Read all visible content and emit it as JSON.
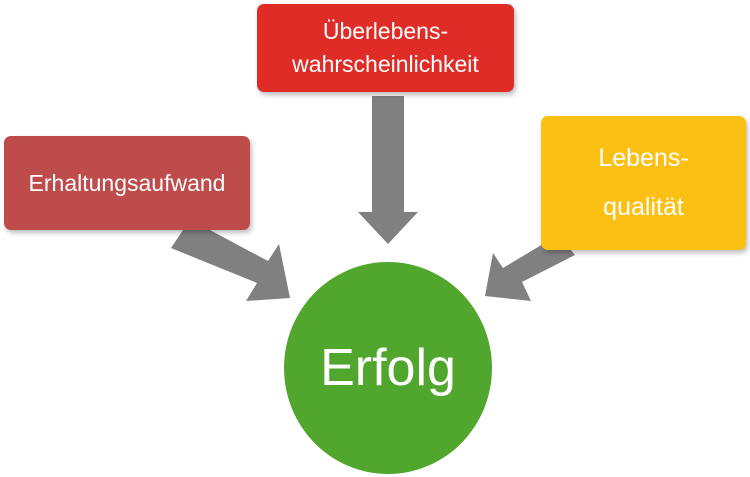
{
  "diagram": {
    "nodes": {
      "top": {
        "label": "Überlebens-\nwahrscheinlichkeit",
        "color": "#e02c27"
      },
      "left": {
        "label": "Erhaltungsaufwand",
        "color": "#bd4c4b"
      },
      "right": {
        "label": "Lebens-\nqualität",
        "color": "#fcbf13"
      },
      "center": {
        "label": "Erfolg",
        "color": "#51a72e"
      }
    },
    "edges": [
      {
        "from": "top",
        "to": "center"
      },
      {
        "from": "left",
        "to": "center"
      },
      {
        "from": "right",
        "to": "center"
      }
    ],
    "arrow_color": "#808080"
  }
}
